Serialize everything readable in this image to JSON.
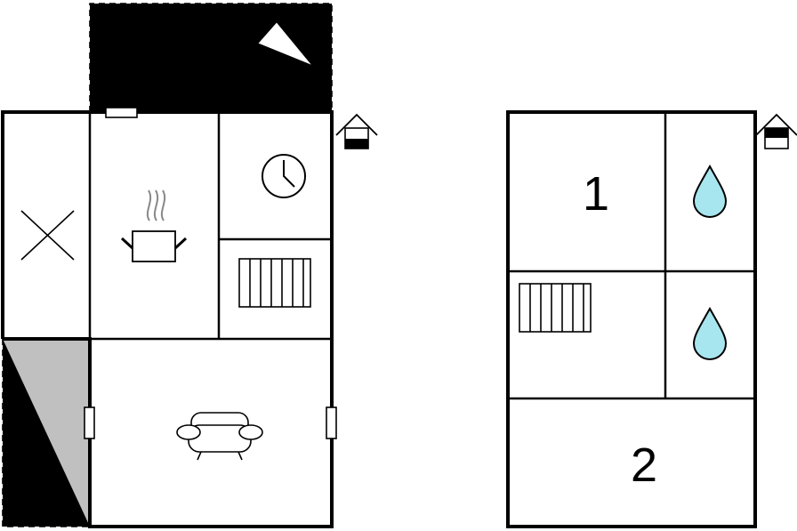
{
  "floor_plan": {
    "ground_floor": {
      "rooms": [
        {
          "name": "bedroom-x",
          "icon": "cross-icon"
        },
        {
          "name": "kitchen",
          "icon": "cooking-pot-icon"
        },
        {
          "name": "utility",
          "icon": "clock-icon"
        },
        {
          "name": "stairs",
          "icon": "stairs-icon"
        },
        {
          "name": "living-room",
          "icon": "armchair-icon"
        }
      ],
      "outdoor": [
        "terrace-light",
        "terrace-dark"
      ],
      "level_marker_icon": "house-level-ground-icon"
    },
    "upper_floor": {
      "rooms": [
        {
          "name": "bedroom-1",
          "label": "1"
        },
        {
          "name": "bathroom-1",
          "icon": "water-drop-icon"
        },
        {
          "name": "stairs",
          "icon": "stairs-icon"
        },
        {
          "name": "bathroom-2",
          "icon": "water-drop-icon"
        },
        {
          "name": "bedroom-2",
          "label": "2"
        }
      ],
      "level_marker_icon": "house-level-upper-icon"
    },
    "colors": {
      "terrace_light": "#e6e6e6",
      "terrace_dark": "#c0c0c0",
      "water": "#a8e6ef",
      "wall": "#000000"
    }
  }
}
